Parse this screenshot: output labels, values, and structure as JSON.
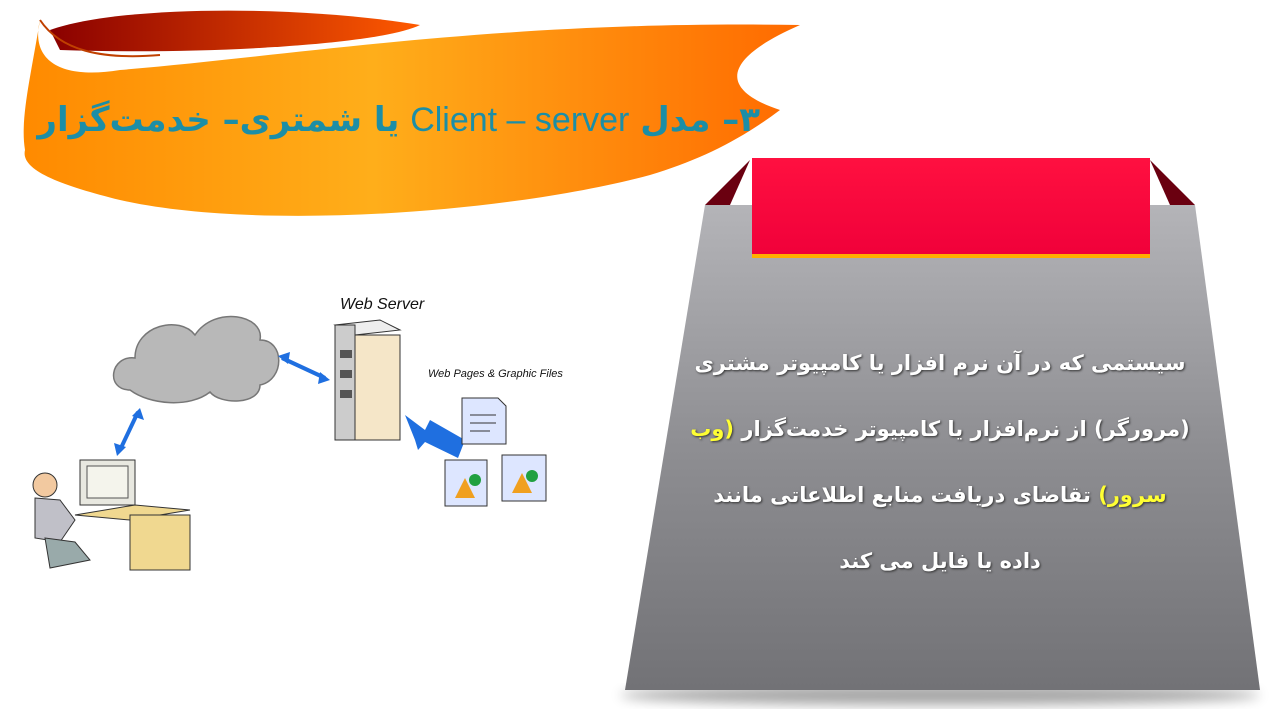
{
  "title": {
    "number_part": "۳– مدل",
    "english_part": "Client – server",
    "persian_part": "یا شمتری– خدمت‌گزار",
    "color": "#1c8ea6"
  },
  "body": {
    "line1": "سیستمی که در آن نرم افزار یا کامپیوتر مشتری",
    "line2_main": "(مرورگر) از نرم‌افزار یا کامپیوتر خدمت‌گزار ",
    "line2_highlight": "(وب",
    "line3_highlight": "سرور)",
    "line3_main": " تقاضای دریافت منابع اطلاعاتی مانند",
    "line4": "داده یا فایل می کند",
    "highlight_color": "#ffff33"
  },
  "diagram": {
    "server_label": "Web Server",
    "files_label": "Web Pages & Graphic Files"
  }
}
